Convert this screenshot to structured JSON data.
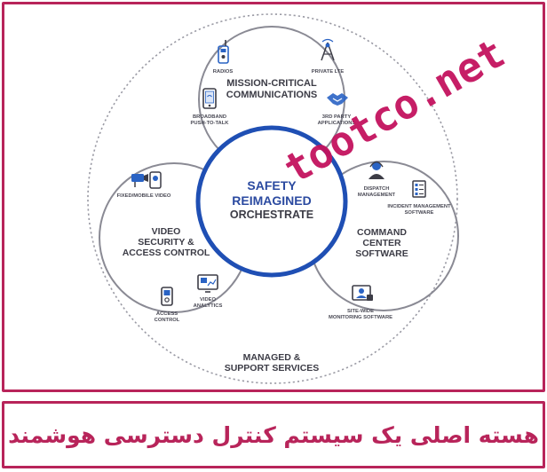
{
  "core": {
    "line1": "SAFETY",
    "line2": "REIMAGINED",
    "line3": "ORCHESTRATE"
  },
  "mission": {
    "line1": "MISSION-CRITICAL",
    "line2": "COMMUNICATIONS",
    "items": {
      "radios": "RADIOS",
      "private_lte": "PRIVATE LTE",
      "broadband_1": "BROADBAND",
      "broadband_2": "PUSH-TO-TALK",
      "third_party_1": "3RD PARTY",
      "third_party_2": "APPLICATIONS"
    }
  },
  "video": {
    "line1": "VIDEO",
    "line2": "SECURITY &",
    "line3": "ACCESS CONTROL",
    "items": {
      "fixed_mobile": "FIXED/MOBILE VIDEO",
      "access_1": "ACCESS",
      "access_2": "CONTROL",
      "analytics_1": "VIDEO",
      "analytics_2": "ANALYTICS"
    }
  },
  "command": {
    "line1": "COMMAND",
    "line2": "CENTER",
    "line3": "SOFTWARE",
    "items": {
      "dispatch_1": "DISPATCH",
      "dispatch_2": "MANAGEMENT",
      "incident_1": "INCIDENT MANAGEMENT",
      "incident_2": "SOFTWARE",
      "sitewide_1": "SITE-WIDE",
      "sitewide_2": "MONITORING SOFTWARE"
    }
  },
  "managed": {
    "line1": "MANAGED &",
    "line2": "SUPPORT SERVICES"
  },
  "watermark": "tootco.net",
  "caption": "هسته اصلی یک سیستم کنترل دسترسی هوشمند",
  "colors": {
    "frame": "#b8245a",
    "core_ring": "#1f4fb4",
    "icon_blue": "#2a63c4",
    "watermark": "#c4125e"
  }
}
